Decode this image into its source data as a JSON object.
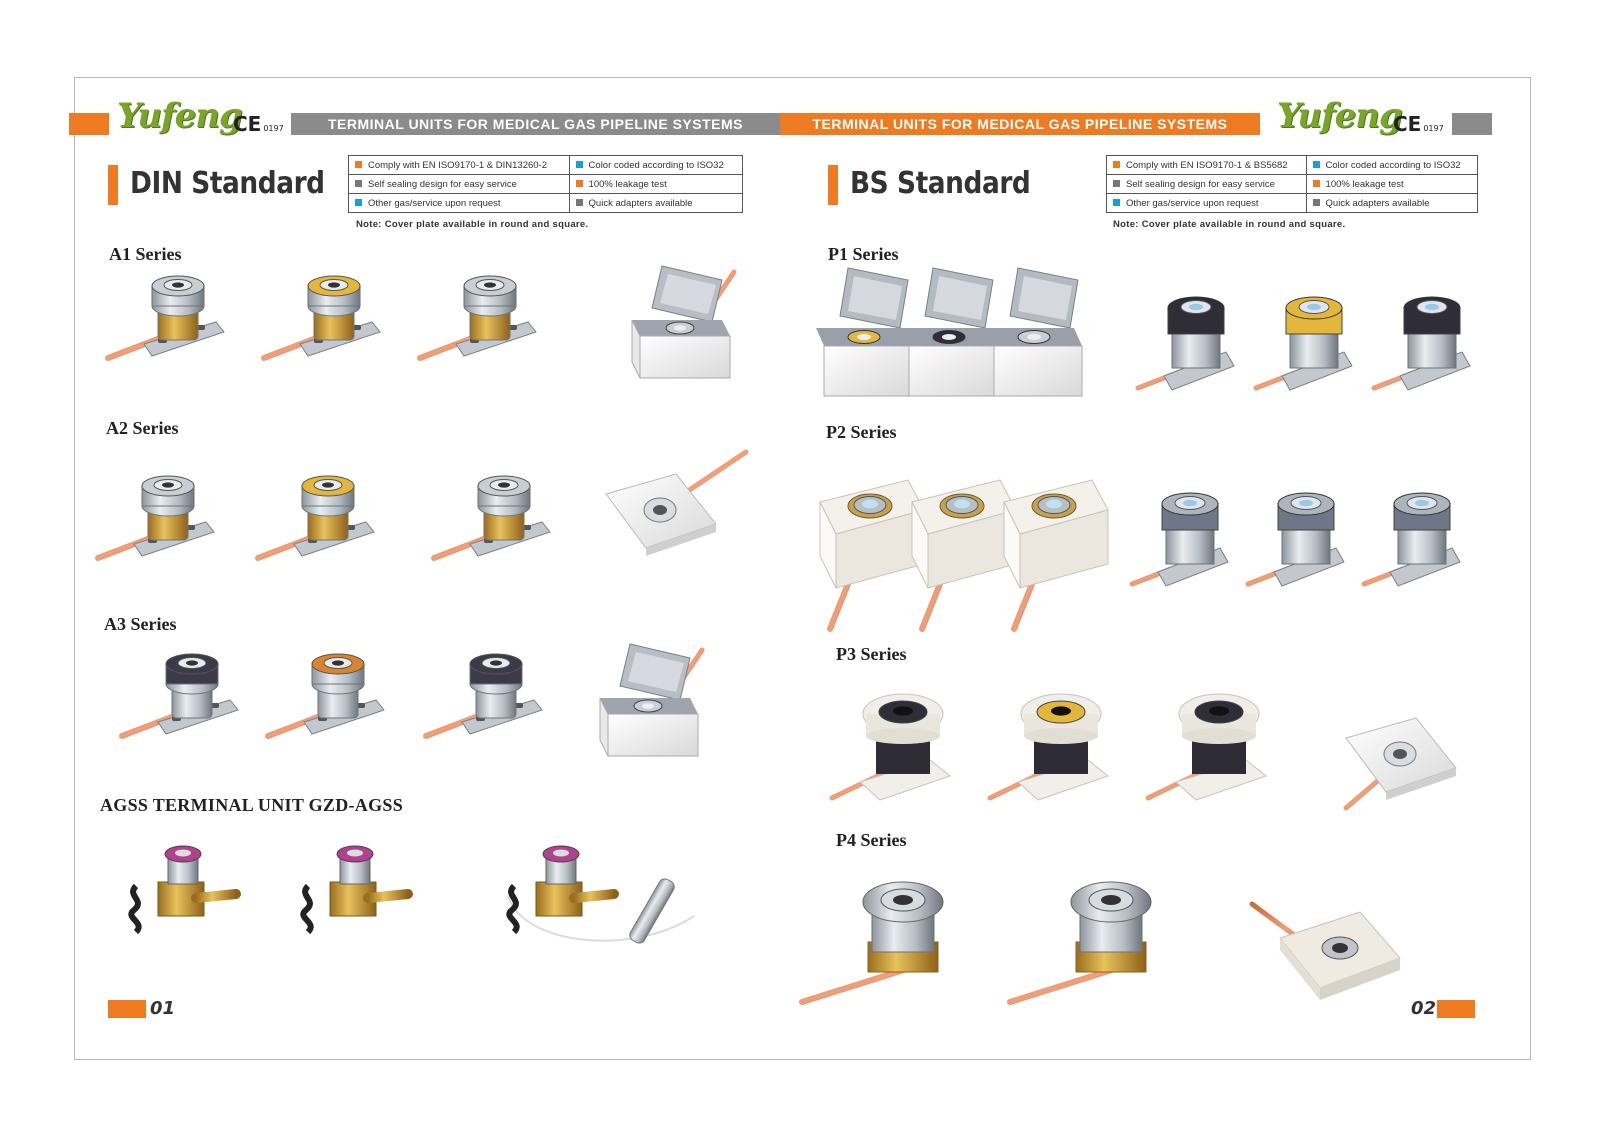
{
  "header": {
    "logo_text": "Yufeng",
    "ce_mark": "CE",
    "ce_number": "0197",
    "banner_left": "TERMINAL UNITS FOR MEDICAL GAS PIPELINE SYSTEMS",
    "banner_right": "TERMINAL UNITS FOR MEDICAL GAS PIPELINE SYSTEMS"
  },
  "left": {
    "title": "DIN Standard",
    "features": [
      [
        "Comply with EN ISO9170-1 & DIN13260-2",
        "Color coded according to ISO32"
      ],
      [
        "Self sealing design for easy service",
        "100% leakage test"
      ],
      [
        "Other gas/service upon request",
        "Quick adapters available"
      ]
    ],
    "note": "Note: Cover plate available in round and square.",
    "series": [
      "A1 Series",
      "A2 Series",
      "A3 Series"
    ],
    "agss_title": "AGSS TERMINAL UNIT GZD-AGSS",
    "page_number": "01"
  },
  "right": {
    "title": "BS Standard",
    "features": [
      [
        "Comply with EN ISO9170-1 & BS5682",
        "Color coded according to ISO32"
      ],
      [
        "Self sealing design for easy service",
        "100% leakage test"
      ],
      [
        "Other gas/service upon request",
        "Quick adapters available"
      ]
    ],
    "note": "Note: Cover plate available in round and square.",
    "series": [
      "P1 Series",
      "P2 Series",
      "P3 Series",
      "P4 Series"
    ],
    "page_number": "02"
  },
  "colors": {
    "accent_orange": "#ee7b22",
    "banner_grey": "#8b8b8b",
    "logo_green": "#7aa52b",
    "bullet_blue": "#1b9bd7"
  }
}
